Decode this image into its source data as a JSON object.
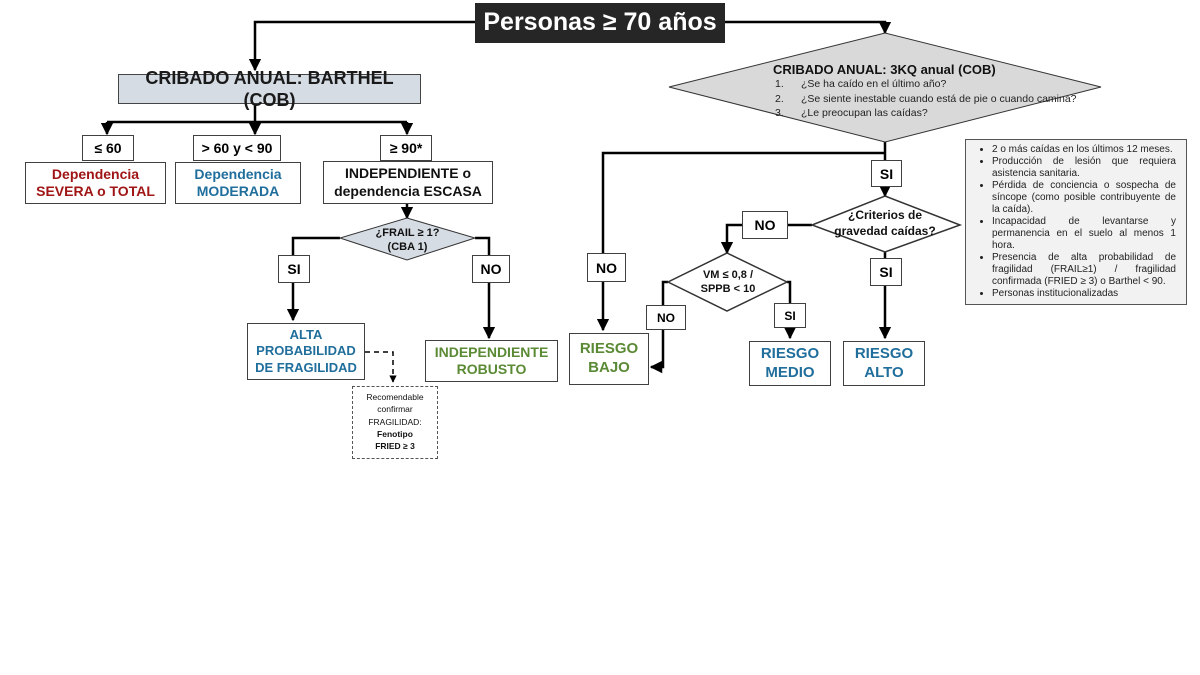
{
  "title": "Personas ≥ 70 años",
  "barthel": {
    "header": "CRIBADO ANUAL: BARTHEL (COB)",
    "ranges": [
      "≤ 60",
      "> 60 y < 90",
      "≥ 90*"
    ],
    "results": {
      "severe": [
        "Dependencia",
        "SEVERA o TOTAL"
      ],
      "moderate": [
        "Dependencia",
        "MODERADA"
      ],
      "independent": [
        "INDEPENDIENTE o",
        "dependencia ESCASA"
      ]
    },
    "frail_question": [
      "¿FRAIL ≥ 1?",
      "(CBA 1)"
    ],
    "frail_yes": "SI",
    "frail_no": "NO",
    "high_frailty": [
      "ALTA",
      "PROBABILIDAD",
      "DE FRAGILIDAD"
    ],
    "robust": [
      "INDEPENDIENTE",
      "ROBUSTO"
    ],
    "note": {
      "lines": [
        "Recomendable",
        "confirmar",
        "FRAGILIDAD:"
      ],
      "bold_lines": [
        "Fenotipo",
        "FRIED ≥ 3"
      ]
    }
  },
  "kq": {
    "header": "CRIBADO ANUAL: 3KQ anual (COB)",
    "questions": [
      {
        "num": "1.",
        "text": "¿Se ha caído en el último año?"
      },
      {
        "num": "2.",
        "text": "¿Se siente inestable cuando está de pie o cuando camina?"
      },
      {
        "num": "3.",
        "text": "¿Le preocupan las caídas?"
      }
    ],
    "no_label": "NO",
    "yes_label": "SI",
    "severity_question": [
      "¿Criterios de",
      "gravedad caídas?"
    ],
    "severity_no": "NO",
    "severity_yes": "SI",
    "vm_question": [
      "VM ≤ 0,8 /",
      "SPPB < 10"
    ],
    "vm_no": "NO",
    "vm_yes": "SI",
    "risk_low": [
      "RIESGO",
      "BAJO"
    ],
    "risk_medium": [
      "RIESGO",
      "MEDIO"
    ],
    "risk_high": [
      "RIESGO",
      "ALTO"
    ],
    "criteria": [
      "2 o más caídas en los últimos 12 meses.",
      "Producción de lesión que requiera asistencia sanitaria.",
      "Pérdida de conciencia o sospecha de síncope (como posible contribuyente de la caída).",
      "Incapacidad de levantarse y permanencia en el suelo al menos 1 hora.",
      "Presencia de alta probabilidad de fragilidad (FRAIL≥1) / fragilidad confirmada (FRIED ≥ 3) o Barthel < 90.",
      "Personas institucionalizadas"
    ]
  },
  "colors": {
    "title_bg": "#262626",
    "barthel_bg": "#d6dce4",
    "diamond_fill": "#d9d9d9",
    "frail_diamond_fill": "#d6dce4",
    "red": "#a01515",
    "blue": "#1f6e9c",
    "green": "#5b8a35"
  }
}
